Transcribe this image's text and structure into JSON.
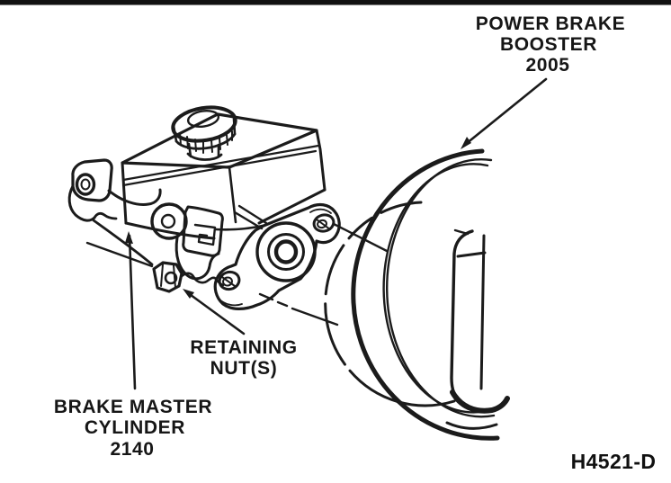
{
  "colors": {
    "ink": "#1b1b1b",
    "paper": "#ffffff",
    "top_bar": "#111111"
  },
  "labels": {
    "power_brake_booster": {
      "line1": "POWER BRAKE",
      "line2": "BOOSTER",
      "part_number": "2005"
    },
    "retaining_nuts": {
      "line1": "RETAINING",
      "line2": "NUT(S)"
    },
    "brake_master_cylinder": {
      "line1": "BRAKE MASTER",
      "line2": "CYLINDER",
      "part_number": "2140"
    },
    "figure_code": "H4521-D"
  }
}
